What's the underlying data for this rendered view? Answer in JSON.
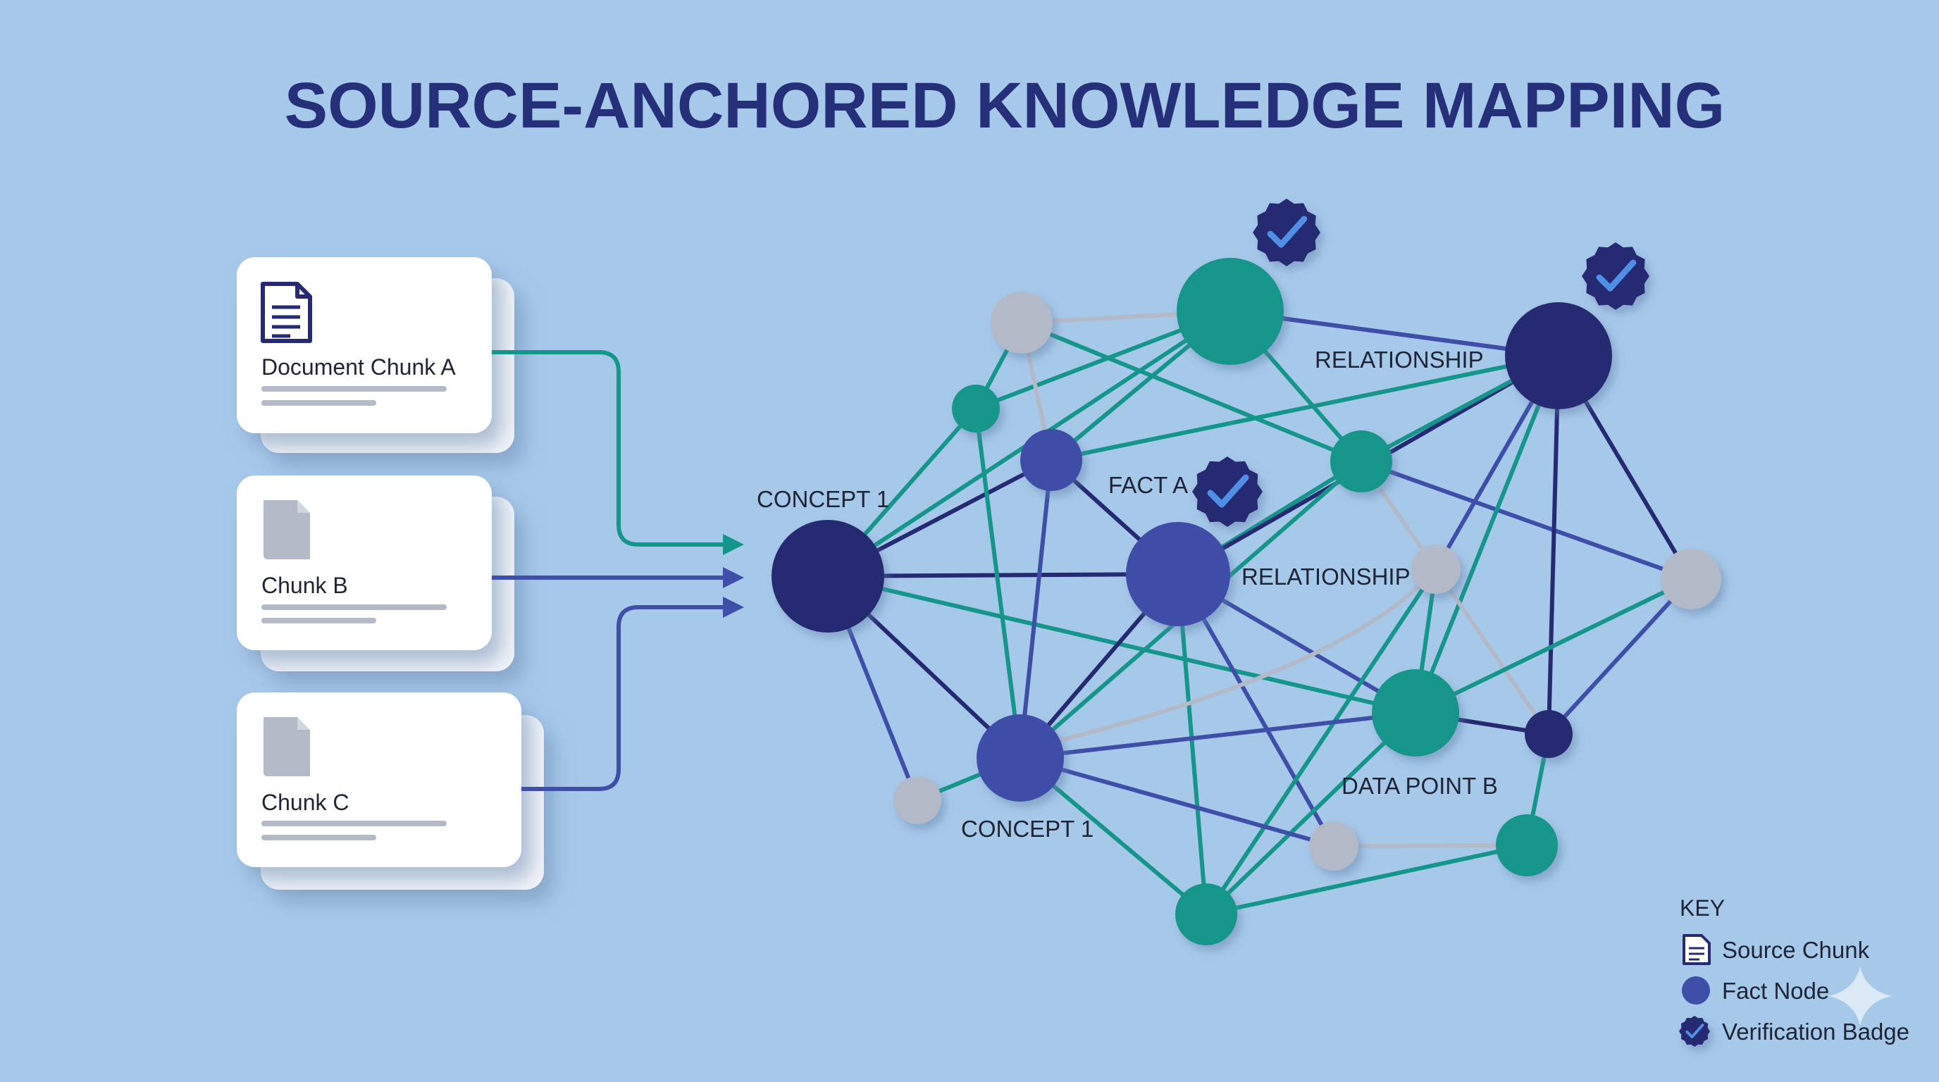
{
  "title": "SOURCE-ANCHORED KNOWLEDGE MAPPING",
  "colors": {
    "background": "#a6c8e9",
    "navy": "#252a72",
    "indigo": "#3f4ea8",
    "teal": "#14968a",
    "gray": "#b3b9c7",
    "card": "#ffffff",
    "text": "#1f2436"
  },
  "chunks": [
    {
      "label": "Document Chunk A",
      "icon": "document-lines-icon"
    },
    {
      "label": "Chunk B",
      "icon": "document-gray-icon"
    },
    {
      "label": "Chunk C",
      "icon": "document-gray-icon"
    }
  ],
  "node_labels": {
    "concept_main": "CONCEPT 1",
    "fact_a": "FACT A",
    "relationship_top": "RELATIONSHIP",
    "relationship_mid": "RELATIONSHIP",
    "concept_lower": "CONCEPT 1",
    "data_point_b": "DATA POINT B"
  },
  "legend": {
    "title": "KEY",
    "items": [
      {
        "label": "Source Chunk",
        "icon": "document-lines-icon"
      },
      {
        "label": "Fact Node",
        "icon": "fact-node-icon"
      },
      {
        "label": "Verification Badge",
        "icon": "verification-badge-icon"
      }
    ]
  }
}
